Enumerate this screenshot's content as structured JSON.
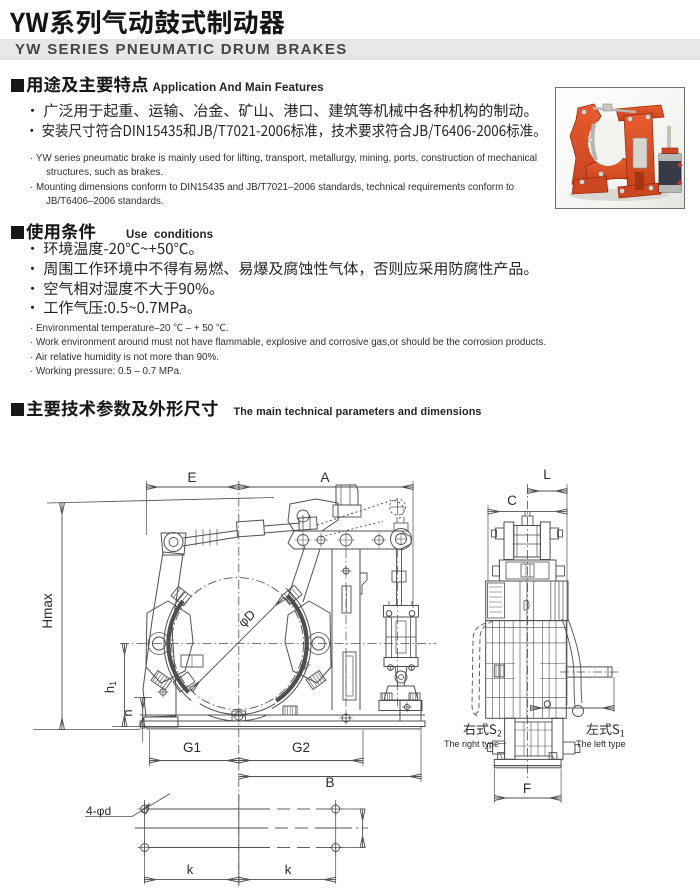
{
  "header": {
    "title": "YW系列气动鼓式制动器",
    "subtitle": "YW SERIES PNEUMATIC DRUM BRAKES"
  },
  "sections": {
    "features": {
      "title_cn": "用途及主要特点",
      "title_en": "Application And Main Features",
      "bullets_cn": [
        "· 广泛用于起重、运输、冶金、矿山、港口、建筑等机械中各种机构的制动。",
        "· 安装尺寸符合DIN15435和JB/T7021-2006标准，技术要求符合JB/T6406-2006标准。"
      ],
      "bullets_en": [
        "· YW series pneumatic brake is mainly used for lifting, transport, metallurgy, mining, ports, construction of mechanical structures, such as brakes.",
        "· Mounting dimensions conform to DIN15435 and JB/T7021–2006 standards, technical requirements conform to JB/T6406–2006 standards."
      ]
    },
    "conditions": {
      "title_cn": "使用条件",
      "title_en": "Use  conditions",
      "bullets_cn": [
        "· 环境温度-20℃~+50℃。",
        "· 周围工作环境中不得有易燃、易爆及腐蚀性气体，否则应采用防腐性产品。",
        "· 空气相对湿度不大于90%。",
        "· 工作气压:0.5~0.7MPa。"
      ],
      "bullets_en": [
        "· Environmental temperature–20 ℃ – + 50 ℃.",
        "· Work environment around must not have flammable, explosive and corrosive gas,or should be the corrosion products.",
        "· Air relative humidity is not more than 90%.",
        "· Working pressure: 0.5 – 0.7 MPa."
      ]
    },
    "parameters": {
      "title_cn": "主要技术参数及外形尺寸",
      "title_en": "The main technical parameters and dimensions"
    }
  },
  "photo": {
    "alt": "YW series pneumatic drum brake product photo",
    "brake_color": "#d8502a",
    "cylinder_color": "#32363f"
  },
  "drawing": {
    "labels": {
      "E": "E",
      "A": "A",
      "L": "L",
      "C": "C",
      "Hmax": "Hmax",
      "phiD": "φD",
      "h1_base": "h",
      "h1_sub": "1",
      "n": "n",
      "G1": "G1",
      "G2": "G2",
      "B": "B",
      "F": "F",
      "k_left": "k",
      "k_right": "k",
      "holes": "4-φd",
      "right_type_cn": "右式S",
      "right_type_sub": "2",
      "right_type_en": "The right type",
      "left_type_cn": "左式S",
      "left_type_sub": "1",
      "left_type_en": "The left type"
    }
  }
}
